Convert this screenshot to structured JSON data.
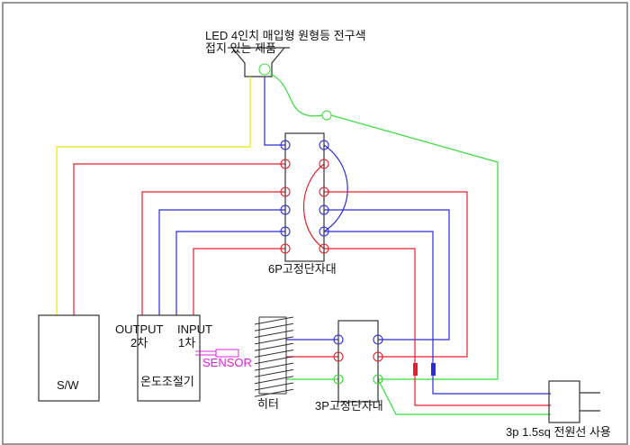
{
  "lamp_label_line1": "LED 4인치 매입형 원형등 전구색",
  "lamp_label_line2": "접지 있는 제품",
  "terminal_6p_label": "6P고정단자대",
  "terminal_3p_label": "3P고정단자대",
  "switch_label": "S/W",
  "controller": {
    "output_label": "OUTPUT",
    "output_sub": "2차",
    "input_label": "INPUT",
    "input_sub": "1차",
    "name": "온도조절기"
  },
  "sensor_label": "SENSOR",
  "heater_label": "히터",
  "power_label": "3p 1.5sq 전원선 사용",
  "colors": {
    "hot": "#e8202a",
    "neutral": "#2b2bdc",
    "ground": "#33dd33",
    "switch_wire": "#f0f000",
    "sensor": "#e020e0",
    "outline": "#333333"
  }
}
